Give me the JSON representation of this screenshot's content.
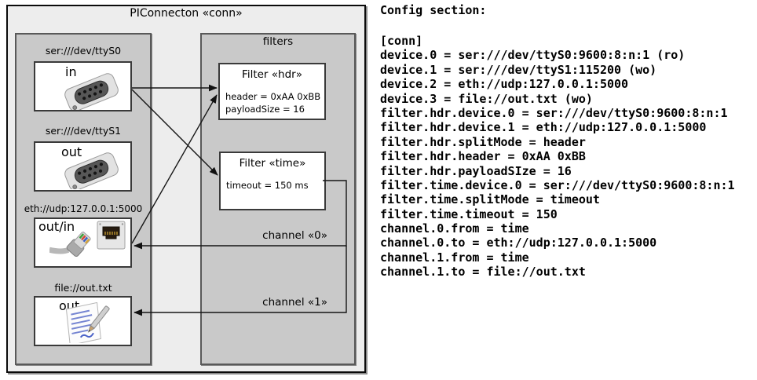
{
  "diagram": {
    "title": "PIConnecton «conn»",
    "devices_group": {
      "devices": [
        {
          "url": "ser:///dev/ttyS0",
          "direction": "in",
          "icon": "db9-serial-connector-icon"
        },
        {
          "url": "ser:///dev/ttyS1",
          "direction": "out",
          "icon": "db9-serial-connector-icon"
        },
        {
          "url": "eth://udp:127.0.0.1:5000",
          "direction": "out/in",
          "icon": "ethernet-jack-and-plug-icon"
        },
        {
          "url": "file://out.txt",
          "direction": "out",
          "icon": "notepad-pencil-icon"
        }
      ]
    },
    "filters_group": {
      "label": "filters",
      "filters": [
        {
          "title": "Filter «hdr»",
          "attributes": [
            "header = 0xAA 0xBB",
            "payloadSize = 16"
          ]
        },
        {
          "title": "Filter «time»",
          "attributes": [
            "timeout = 150 ms"
          ]
        }
      ]
    },
    "channels": [
      {
        "label": "channel «0»"
      },
      {
        "label": "channel «1»"
      }
    ],
    "colors": {
      "outer_bg": "#ededed",
      "group_bg": "#c9c9c9",
      "box_bg": "#ffffff",
      "line": "#111111"
    }
  },
  "config": {
    "heading": "Config section:",
    "lines": [
      "[conn]",
      "device.0 = ser:///dev/ttyS0:9600:8:n:1 (ro)",
      "device.1 = ser:///dev/ttyS1:115200 (wo)",
      "device.2 = eth://udp:127.0.0.1:5000",
      "device.3 = file://out.txt (wo)",
      "filter.hdr.device.0 = ser:///dev/ttyS0:9600:8:n:1",
      "filter.hdr.device.1 = eth://udp:127.0.0.1:5000",
      "filter.hdr.splitMode = header",
      "filter.hdr.header = 0xAA 0xBB",
      "filter.hdr.payloadSIze = 16",
      "filter.time.device.0 = ser:///dev/ttyS0:9600:8:n:1",
      "filter.time.splitMode = timeout",
      "filter.time.timeout = 150",
      "channel.0.from = time",
      "channel.0.to = eth://udp:127.0.0.1:5000",
      "channel.1.from = time",
      "channel.1.to = file://out.txt"
    ]
  }
}
